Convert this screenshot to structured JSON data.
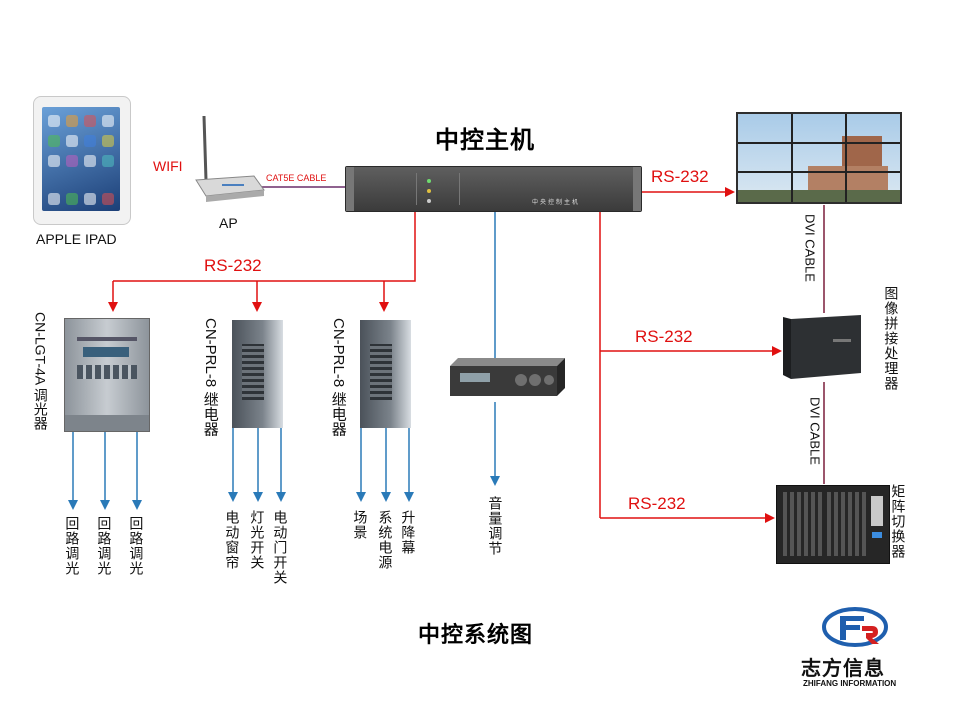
{
  "title": "中控主机",
  "diagram_title": "中控系统图",
  "ipad": {
    "label": "APPLE IPAD"
  },
  "wifi": {
    "label": "WIFI"
  },
  "ap": {
    "label": "AP"
  },
  "cable": {
    "cat5e": "CAT5E CABLE",
    "dvi_1": "DVI CABLE",
    "dvi_2": "DVI CABLE"
  },
  "rs232": {
    "video_wall": "RS-232",
    "branch": "RS-232",
    "processor": "RS-232",
    "matrix": "RS-232"
  },
  "host": {
    "front_text": "中央控制主机"
  },
  "devices": {
    "dimmer": "CN-LGT-4A 调光器",
    "relay_1": "CN-PRL-8 继电器",
    "relay_2": "CN-PRL-8 继电器",
    "processor": "图像拼接处理器",
    "matrix": "矩阵切换器",
    "volume": "音量调节"
  },
  "outputs": {
    "dimmer": [
      "回路调光",
      "回路调光",
      "回路调光"
    ],
    "relay_1": [
      "电动窗帘",
      "灯光开关",
      "电动门开关"
    ],
    "relay_2": [
      "场景",
      "系统电源",
      "升降幕"
    ]
  },
  "logo": {
    "cn": "志方信息",
    "en": "ZHIFANG INFORMATION"
  },
  "colors": {
    "control_line": "#e01010",
    "output_line": "#2a7ab8",
    "dvi_line": "#7a1d3a",
    "cat5e_line": "#6a2f6a",
    "logo_blue": "#1f5fae",
    "logo_red": "#d42020"
  }
}
